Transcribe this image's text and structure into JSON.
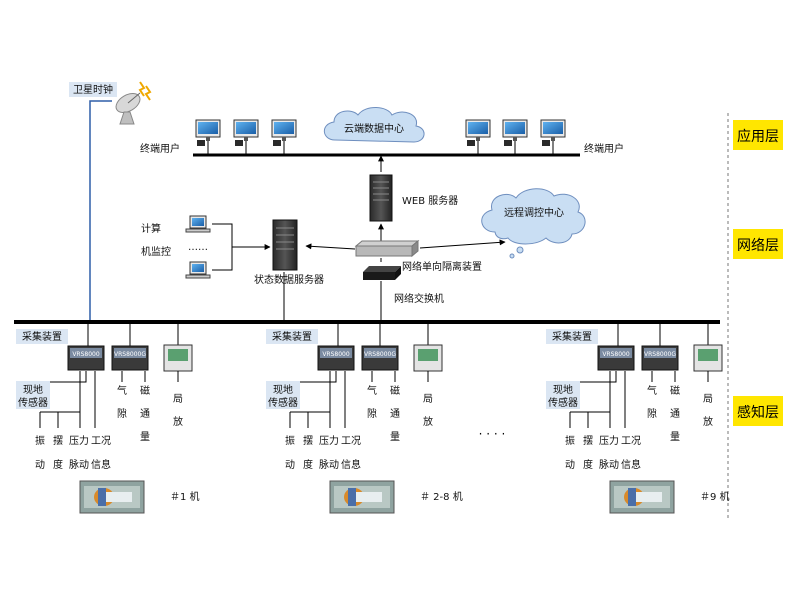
{
  "layers": [
    {
      "label": "应用层",
      "color": "#ffe600"
    },
    {
      "label": "网络层",
      "color": "#ffe600"
    },
    {
      "label": "感知层",
      "color": "#ffe600"
    }
  ],
  "satellite_clock": "卫星时钟",
  "terminal_user_left": "终端用户",
  "terminal_user_right": "终端用户",
  "cloud_data_center": "云端数据中心",
  "web_server": "WEB 服务器",
  "remote_center": "远程调控中心",
  "computer_monitor": [
    "计算",
    "机监控"
  ],
  "ellipsis_pc": "……",
  "state_server": "状态数据服务器",
  "isolation_device": "网络单向隔离装置",
  "network_switch": "网络交换机",
  "units": [
    {
      "collector": "采集装置",
      "device_a": "VRS8000",
      "device_b": "VRS8000G",
      "sensor_label": [
        "现地",
        "传感器"
      ],
      "gas_gap": [
        "气",
        "隙"
      ],
      "magnetic": [
        "磁",
        "通",
        "量"
      ],
      "partial_discharge": [
        "局",
        "放"
      ],
      "measures": [
        "振动",
        "摆度",
        "压力",
        "脉动",
        "工况",
        "信息"
      ],
      "machine_label": "＃1 机"
    },
    {
      "collector": "采集装置",
      "device_a": "VRS8000",
      "device_b": "VRS8000G",
      "sensor_label": [
        "现地",
        "传感器"
      ],
      "gas_gap": [
        "气",
        "隙"
      ],
      "magnetic": [
        "磁",
        "通",
        "量"
      ],
      "partial_discharge": [
        "局",
        "放"
      ],
      "measures": [
        "振动",
        "摆度",
        "压力",
        "脉动",
        "工况",
        "信息"
      ],
      "machine_label": "＃ 2-8 机"
    },
    {
      "collector": "采集装置",
      "device_a": "VRS8000",
      "device_b": "VRS8000G",
      "sensor_label": [
        "现地",
        "传感器"
      ],
      "gas_gap": [
        "气",
        "隙"
      ],
      "magnetic": [
        "磁",
        "通",
        "量"
      ],
      "partial_discharge": [
        "局",
        "放"
      ],
      "measures": [
        "振动",
        "摆度",
        "压力",
        "脉动",
        "工况",
        "信息"
      ],
      "machine_label": "＃9 机"
    }
  ],
  "middle_ellipsis": "· · · ·",
  "colors": {
    "cloud_fill": "#c9def3",
    "cloud_stroke": "#6f8fbf",
    "collector_bg": "#dbe6f3",
    "sat_line": "#2e5ea8",
    "bus": "#000000"
  }
}
